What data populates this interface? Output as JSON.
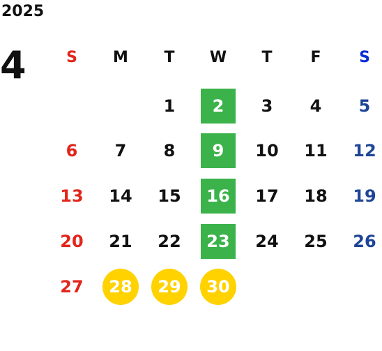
{
  "calendar": {
    "year": "2025",
    "month": "4",
    "weekdays": [
      "S",
      "M",
      "T",
      "W",
      "T",
      "F",
      "S"
    ],
    "weeks": [
      [
        "",
        "",
        "1",
        "2",
        "3",
        "4",
        "5"
      ],
      [
        "6",
        "7",
        "8",
        "9",
        "10",
        "11",
        "12"
      ],
      [
        "13",
        "14",
        "15",
        "16",
        "17",
        "18",
        "19"
      ],
      [
        "20",
        "21",
        "22",
        "23",
        "24",
        "25",
        "26"
      ],
      [
        "27",
        "28",
        "29",
        "30",
        "",
        "",
        ""
      ]
    ],
    "highlight_square": [
      "2",
      "9",
      "16",
      "23"
    ],
    "highlight_circle": [
      "28",
      "29",
      "30"
    ],
    "colors": {
      "sunday": "#e1261c",
      "saturday_header": "#0a2dd6",
      "saturday": "#1e4596",
      "square_badge": "#3bb34a",
      "circle_badge": "#ffd200"
    }
  }
}
